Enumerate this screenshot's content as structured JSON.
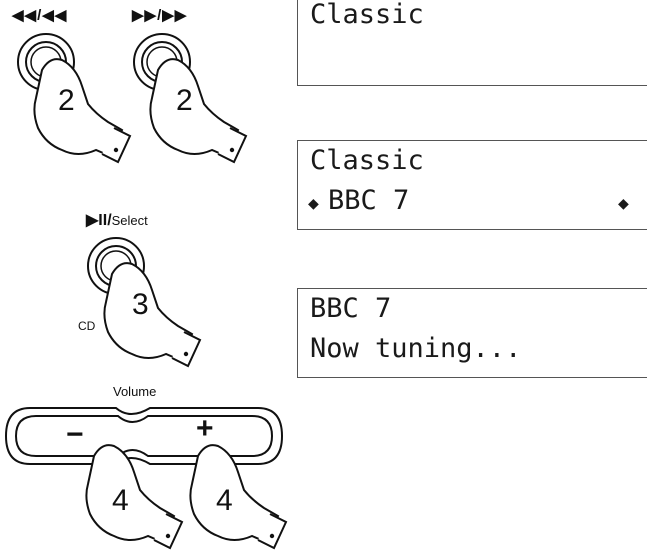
{
  "buttons": {
    "rewind_label": "◀◀/◀◀",
    "forward_label": "▶▶/▶▶",
    "play_select_symbol": "▶II/",
    "play_select_text": "Select",
    "cd_label": "CD",
    "volume_label": "Volume",
    "minus_symbol": "−",
    "plus_symbol": "+"
  },
  "steps": {
    "rewind": "2",
    "forward": "2",
    "select": "3",
    "vol_down": "4",
    "vol_up": "4"
  },
  "displays": [
    {
      "line1": "Classic",
      "line2": ""
    },
    {
      "line1": "Classic",
      "line2": "BBC 7",
      "arrow_left": "◆",
      "arrow_right": "◆"
    },
    {
      "line1": "BBC 7",
      "line2": "Now tuning..."
    }
  ]
}
